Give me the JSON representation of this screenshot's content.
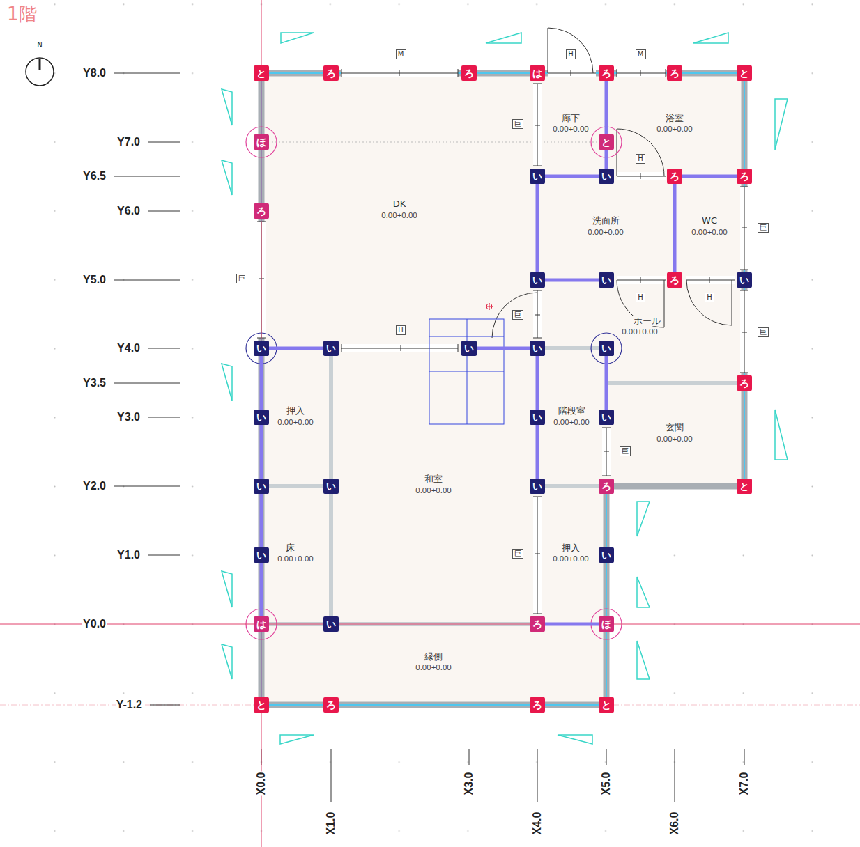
{
  "diagram": {
    "title": "1階",
    "nodes": [
      {
        "text": [
          "M"
        ]
      },
      {
        "text": [
          "H"
        ]
      },
      {
        "text": [
          "M"
        ]
      },
      {
        "text": [
          "と"
        ]
      },
      {
        "text": [
          "ろ"
        ]
      },
      {
        "text": [
          "ろ"
        ]
      },
      {
        "text": [
          "は"
        ]
      },
      {
        "text": [
          "ろ"
        ]
      },
      {
        "text": [
          "ろ"
        ]
      },
      {
        "text": [
          "と"
        ]
      },
      {
        "text": [
          "巨"
        ]
      },
      {
        "text": [
          "ほ"
        ]
      },
      {
        "text": [
          "と"
        ]
      },
      {
        "text": [
          "H"
        ]
      },
      {
        "text": [
          "い"
        ]
      },
      {
        "text": [
          "い"
        ]
      },
      {
        "text": [
          "ろ"
        ]
      },
      {
        "text": [
          "ろ"
        ]
      },
      {
        "text": [
          "ろ"
        ]
      },
      {
        "text": [
          "巨"
        ]
      },
      {
        "text": [
          "巨"
        ]
      },
      {
        "text": [
          "い"
        ]
      },
      {
        "text": [
          "い"
        ]
      },
      {
        "text": [
          "ろ"
        ]
      },
      {
        "text": [
          "い"
        ]
      },
      {
        "text": [
          "H"
        ]
      },
      {
        "text": [
          "H"
        ]
      },
      {
        "text": [
          "巨"
        ]
      },
      {
        "text": [
          "H"
        ]
      },
      {
        "text": [
          "巨"
        ]
      },
      {
        "text": [
          "い"
        ]
      },
      {
        "text": [
          "い"
        ]
      },
      {
        "text": [
          "い"
        ]
      },
      {
        "text": [
          "い"
        ]
      },
      {
        "text": [
          "い"
        ]
      },
      {
        "text": [
          "ろ"
        ]
      },
      {
        "text": [
          "い"
        ]
      },
      {
        "text": [
          "い"
        ]
      },
      {
        "text": [
          "い"
        ]
      },
      {
        "text": [
          "巨"
        ]
      },
      {
        "text": [
          "い"
        ]
      },
      {
        "text": [
          "い"
        ]
      },
      {
        "text": [
          "い"
        ]
      },
      {
        "text": [
          "ろ"
        ]
      },
      {
        "text": [
          "と"
        ]
      },
      {
        "text": [
          "巨"
        ]
      },
      {
        "text": [
          "い"
        ]
      },
      {
        "text": [
          "い"
        ]
      },
      {
        "text": [
          "は"
        ]
      },
      {
        "text": [
          "い"
        ]
      },
      {
        "text": [
          "ろ"
        ]
      },
      {
        "text": [
          "ほ"
        ]
      },
      {
        "text": [
          "と"
        ]
      },
      {
        "text": [
          "ろ"
        ]
      },
      {
        "text": [
          "ろ"
        ]
      },
      {
        "text": [
          "と"
        ]
      }
    ],
    "edges": [
      {
        "from": 30,
        "to": 36,
        "arrow": "none"
      },
      {
        "from": 36,
        "to": 40,
        "arrow": "none"
      },
      {
        "from": 40,
        "to": 46,
        "arrow": "none"
      },
      {
        "from": 46,
        "to": 48,
        "arrow": "none"
      },
      {
        "from": 30,
        "to": 31,
        "arrow": "none"
      },
      {
        "from": 32,
        "to": 33,
        "arrow": "none"
      },
      {
        "from": 14,
        "to": 21,
        "arrow": "none"
      },
      {
        "from": 33,
        "to": 37,
        "arrow": "none"
      },
      {
        "from": 37,
        "to": 42,
        "arrow": "none"
      },
      {
        "from": 14,
        "to": 15,
        "arrow": "none"
      },
      {
        "from": 16,
        "to": 17,
        "arrow": "none"
      },
      {
        "from": 7,
        "to": 12,
        "arrow": "none"
      },
      {
        "from": 12,
        "to": 15,
        "arrow": "none"
      },
      {
        "from": 21,
        "to": 22,
        "arrow": "none"
      },
      {
        "from": 16,
        "to": 23,
        "arrow": "none"
      },
      {
        "from": 34,
        "to": 38,
        "arrow": "none"
      },
      {
        "from": 50,
        "to": 51,
        "arrow": "none"
      }
    ],
    "labels": [
      "N",
      "Y8.0",
      "Y7.0",
      "Y6.5",
      "Y6.0",
      "Y5.0",
      "Y4.0",
      "Y3.5",
      "Y3.0",
      "Y2.0",
      "Y1.0",
      "Y0.0",
      "Y-1.2",
      "廊下",
      "0.00+0.00",
      "浴室",
      "0.00+0.00",
      "DK",
      "0.00+0.00",
      "洗面所",
      "0.00+0.00",
      "WC",
      "0.00+0.00",
      "ホール",
      "0.00+0.00",
      "押入",
      "0.00+0.00",
      "階段室",
      "0.00+0.00",
      "玄関",
      "0.00+0.00",
      "和室",
      "0.00+0.00",
      "床",
      "0.00+0.00",
      "押入",
      "0.00+0.00",
      "縁側",
      "0.00+0.00",
      "X0.0",
      "X1.0",
      "X3.0",
      "X4.0",
      "X5.0",
      "X6.0",
      "X7.0"
    ]
  }
}
